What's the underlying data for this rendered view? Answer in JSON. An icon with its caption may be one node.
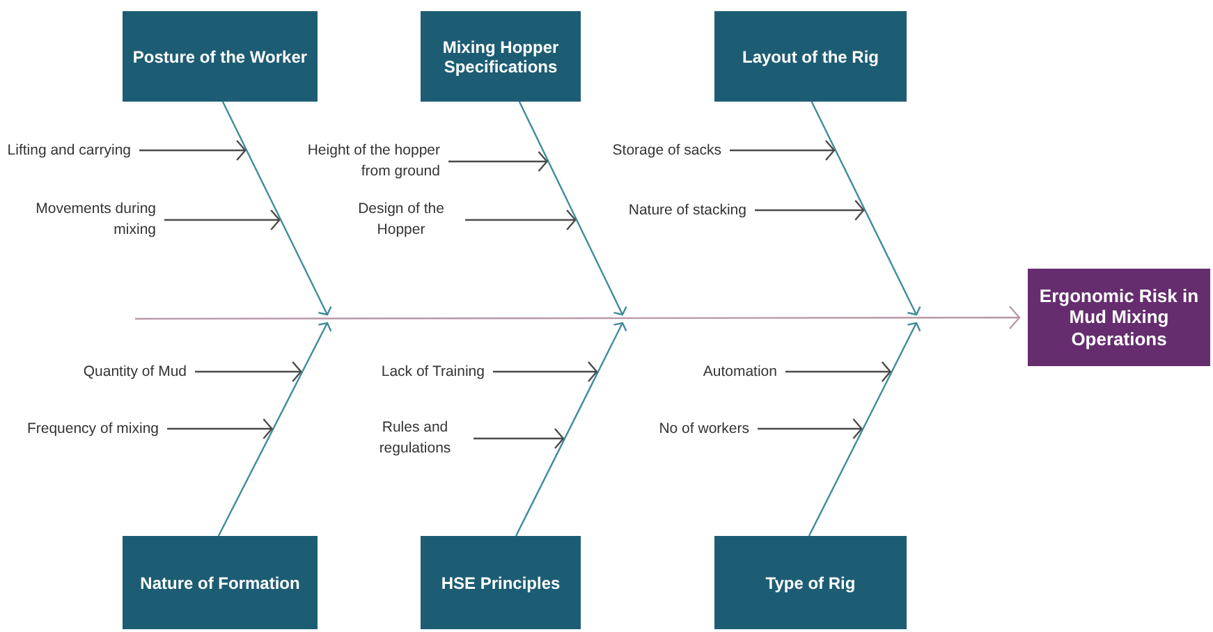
{
  "diagram": {
    "nodes": [
      {
        "text": [
          "Posture of the Worker"
        ]
      },
      {
        "text": [
          "Mixing Hopper Specifications"
        ]
      },
      {
        "text": [
          "Layout of the Rig"
        ]
      },
      {
        "text": [
          "Lifting and carrying"
        ]
      },
      {
        "text": [
          "Height of the hopper from ground"
        ]
      },
      {
        "text": [
          "Storage of sacks"
        ]
      },
      {
        "text": [
          "Movements during mixing"
        ]
      },
      {
        "text": [
          "Design of the Hopper"
        ]
      },
      {
        "text": [
          "Nature of stacking"
        ]
      },
      {
        "text": [
          "Ergonomic Risk in Mud Mixing Operations"
        ]
      },
      {
        "text": [
          "Quantity of Mud"
        ]
      },
      {
        "text": [
          "Lack of Training"
        ]
      },
      {
        "text": [
          "Automation"
        ]
      },
      {
        "text": [
          "Frequency of mixing"
        ]
      },
      {
        "text": [
          "Rules and regulations"
        ]
      },
      {
        "text": [
          "No of workers"
        ]
      },
      {
        "text": [
          "Nature of Formation"
        ]
      },
      {
        "text": [
          "HSE Principles"
        ]
      },
      {
        "text": [
          "Type of Rig"
        ]
      }
    ],
    "edges": [
      {
        "from": 3,
        "to": null,
        "arrow": "to"
      },
      {
        "from": 4,
        "to": null,
        "arrow": "to"
      },
      {
        "from": 5,
        "to": null,
        "arrow": "to"
      },
      {
        "from": 6,
        "to": null,
        "arrow": "to"
      },
      {
        "from": 7,
        "to": null,
        "arrow": "to"
      },
      {
        "from": 8,
        "to": null,
        "arrow": "to"
      },
      {
        "from": 10,
        "to": null,
        "arrow": "to"
      },
      {
        "from": 11,
        "to": null,
        "arrow": "to"
      },
      {
        "from": 12,
        "to": null,
        "arrow": "to"
      },
      {
        "from": 13,
        "to": null,
        "arrow": "to"
      },
      {
        "from": 14,
        "to": null,
        "arrow": "to"
      },
      {
        "from": 15,
        "to": null,
        "arrow": "to"
      },
      {
        "from": 0,
        "to": null,
        "arrow": "to",
        "color": "#3f8b9b"
      },
      {
        "from": 1,
        "to": null,
        "arrow": "to",
        "color": "#3f8b9b"
      },
      {
        "from": 2,
        "to": null,
        "arrow": "to",
        "color": "#3f8b9b"
      },
      {
        "from": 16,
        "to": null,
        "arrow": "to",
        "color": "#3f8b9b"
      },
      {
        "from": 17,
        "to": null,
        "arrow": "to",
        "color": "#3f8b9b"
      },
      {
        "from": 18,
        "to": null,
        "arrow": "to",
        "color": "#3f8b9b"
      },
      {
        "from": null,
        "to": 9,
        "arrow": "to",
        "color": "#b898a8"
      }
    ]
  }
}
